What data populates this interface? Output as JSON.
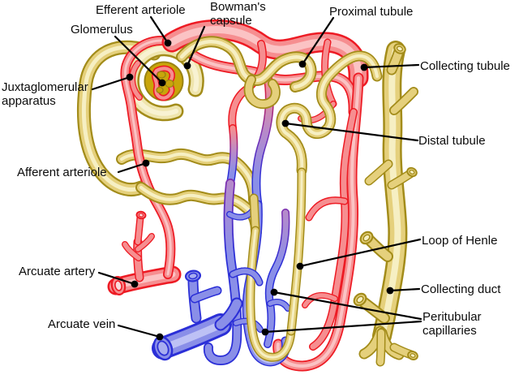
{
  "figure": {
    "kind": "anatomical line diagram",
    "background": "#FFFFFF"
  },
  "palette": {
    "artery_outline": "#ED1B24",
    "artery_fill": "#F68E90",
    "artery_highlight": "#FBC3C4",
    "vein_outline": "#2B2FD7",
    "vein_fill": "#8A8FE8",
    "vein_highlight": "#BDC1F5",
    "tubule_outline": "#A38C1A",
    "tubule_fill": "#E5D07C",
    "tubule_highlight": "#F6EFC3",
    "capsule_fill": "#EFE5AE",
    "glomerulus_gold": "#C9A50A",
    "leader_line": "#000000",
    "label_text": "#0B0B0B"
  },
  "labels": {
    "efferent_arteriole": "Efferent arteriole",
    "glomerulus": "Glomerulus",
    "bowmans_capsule": "Bowman's\ncapsule",
    "proximal_tubule": "Proximal tubule",
    "collecting_tubule": "Collecting tubule",
    "juxtaglomerular_apparatus": "Juxtaglomerular\napparatus",
    "distal_tubule": "Distal tubule",
    "afferent_arteriole": "Afferent arteriole",
    "loop_of_henle": "Loop of Henle",
    "arcuate_artery": "Arcuate artery",
    "collecting_duct": "Collecting duct",
    "peritubular_capillaries": "Peritubular\ncapillaries",
    "arcuate_vein": "Arcuate vein"
  }
}
